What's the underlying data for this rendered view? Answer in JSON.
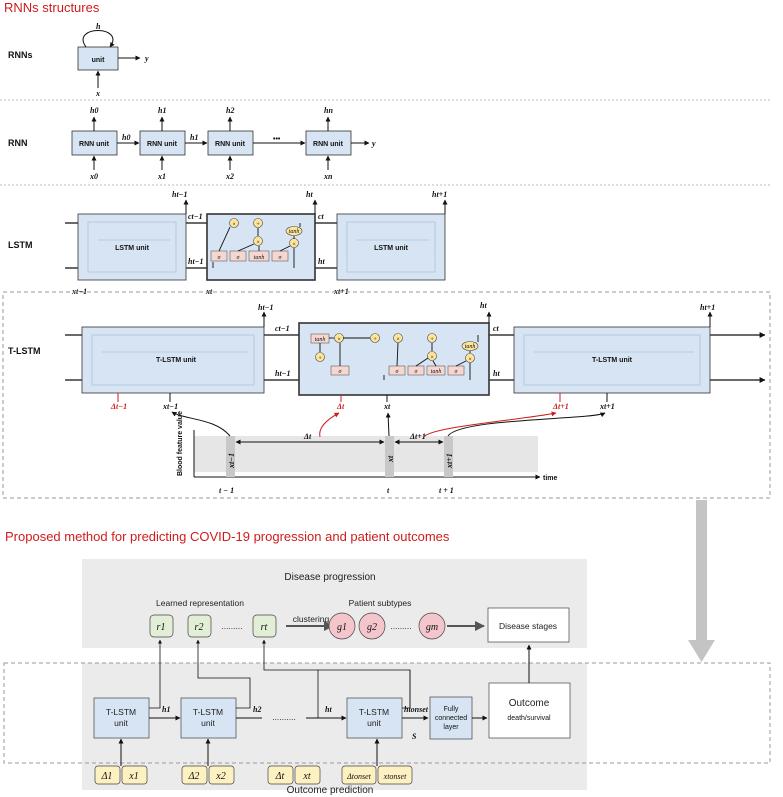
{
  "titles": {
    "rnn_structures": "RNNs structures",
    "proposed": "Proposed method for predicting COVID-19 progression and patient outcomes"
  },
  "rows": {
    "rnns": "RNNs",
    "rnn": "RNN",
    "lstm": "LSTM",
    "tlstm": "T-LSTM"
  },
  "rnns_row": {
    "unit": "unit",
    "h": "h",
    "y": "y",
    "x": "x"
  },
  "rnn_row": {
    "unit": "RNN unit",
    "ellipsis": "•••",
    "y": "y",
    "h_labels": [
      "h0",
      "h1",
      "h2",
      "hn"
    ],
    "x_labels": [
      "x0",
      "x1",
      "x2",
      "xn"
    ],
    "mid_h": [
      "h0",
      "h1"
    ]
  },
  "lstm_row": {
    "unit": "LSTM unit",
    "h_top": [
      "ht−1",
      "ht",
      "ht+1"
    ],
    "c": [
      "ct−1",
      "ct"
    ],
    "h_side": [
      "ht−1",
      "ht"
    ],
    "x": [
      "xt−1",
      "xt",
      "xt+1"
    ]
  },
  "tlstm_row": {
    "unit": "T-LSTM unit",
    "h_top": [
      "ht−1",
      "ht",
      "ht+1"
    ],
    "c": [
      "ct−1",
      "ct"
    ],
    "h_side": [
      "ht−1",
      "ht"
    ],
    "x": [
      "xt−1",
      "xt",
      "xt+1"
    ],
    "delta": [
      "Δt−1",
      "Δt",
      "Δt+1"
    ]
  },
  "gates": {
    "sigma": "σ",
    "tanh": "tanh",
    "times": "×",
    "plus": "+"
  },
  "blood_chart": {
    "ylabel": "Blood feature value",
    "xlabel": "time",
    "ticks": [
      "t − 1",
      "t",
      "t + 1"
    ],
    "bars": [
      "xt−1",
      "xt",
      "xt+1"
    ],
    "deltas": [
      "Δt",
      "Δt+1"
    ]
  },
  "proposed": {
    "disease_progression": "Disease progression",
    "learned_representation": "Learned representation",
    "reps": [
      "r1",
      "r2",
      "rt"
    ],
    "dots": ".........",
    "clustering": "clustering",
    "patient_subtypes": "Patient subtypes",
    "subtypes": [
      "g1",
      "g2",
      "gm"
    ],
    "disease_stages": "Disease stages",
    "tlstm_unit_line1": "T-LSTM",
    "tlstm_unit_line2": "unit",
    "h_labels": [
      "h1",
      "h2",
      "ht",
      "htonset"
    ],
    "chain_dots": "..........",
    "s_label": "S",
    "fc_layer": [
      "Fully",
      "connected",
      "layer"
    ],
    "outcome": "Outcome",
    "death_survival": "death/survival",
    "inputs": [
      {
        "delta": "Δ1",
        "x": "x1"
      },
      {
        "delta": "Δ2",
        "x": "x2"
      },
      {
        "delta": "Δt",
        "x": "xt"
      },
      {
        "delta": "Δtonset",
        "x": "xtonset"
      }
    ],
    "outcome_prediction": "Outcome prediction"
  },
  "colors": {
    "title_red": "#d01c1c",
    "unit_fill": "#d6e4f3",
    "rep_fill": "#e2efd6",
    "subtype_fill": "#f4c6cc",
    "input_fill": "#fdf1c2",
    "panel_gray": "#ebebeb"
  }
}
